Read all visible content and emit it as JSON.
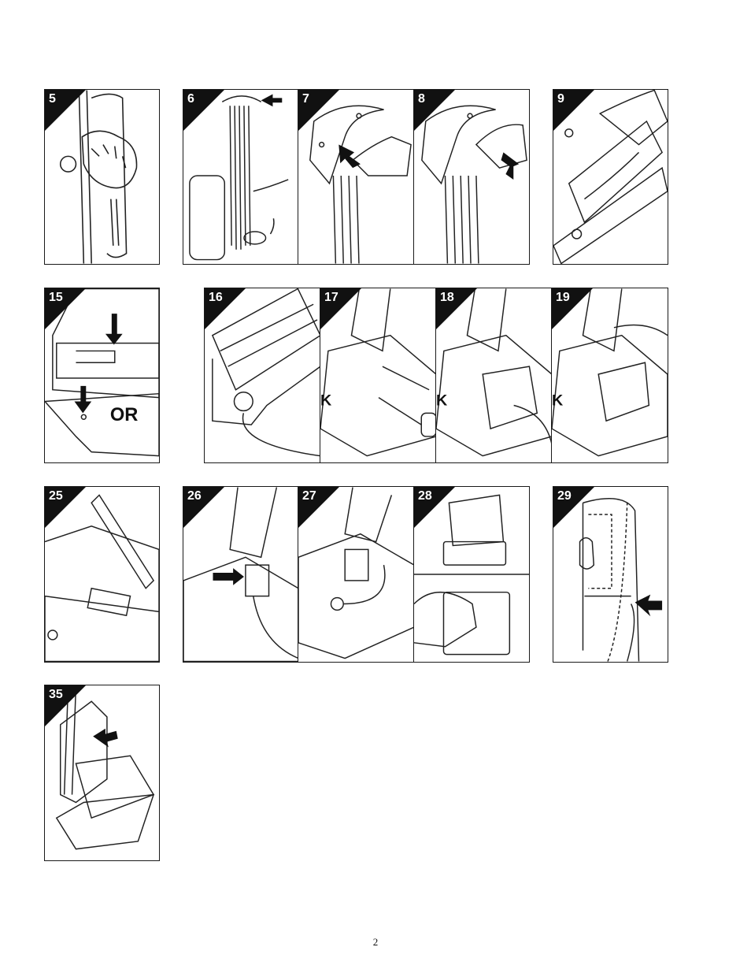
{
  "figures": [
    {
      "id": "fig5",
      "label": "5"
    },
    {
      "id": "fig6",
      "label": "6"
    },
    {
      "id": "fig7",
      "label": "7"
    },
    {
      "id": "fig8",
      "label": "8"
    },
    {
      "id": "fig9",
      "label": "9"
    },
    {
      "id": "fig15",
      "label": "15"
    },
    {
      "id": "fig16",
      "label": "16"
    },
    {
      "id": "fig17",
      "label": "17"
    },
    {
      "id": "fig18",
      "label": "18"
    },
    {
      "id": "fig19",
      "label": "19"
    },
    {
      "id": "fig25",
      "label": "25"
    },
    {
      "id": "fig26",
      "label": "26"
    },
    {
      "id": "fig27",
      "label": "27"
    },
    {
      "id": "fig28",
      "label": "28"
    },
    {
      "id": "fig29",
      "label": "29"
    },
    {
      "id": "fig35",
      "label": "35"
    }
  ],
  "brand_fragments": {
    "fig15": "OR",
    "fig17": "K",
    "fig18": "K",
    "fig19": "K"
  },
  "page_number": "2"
}
